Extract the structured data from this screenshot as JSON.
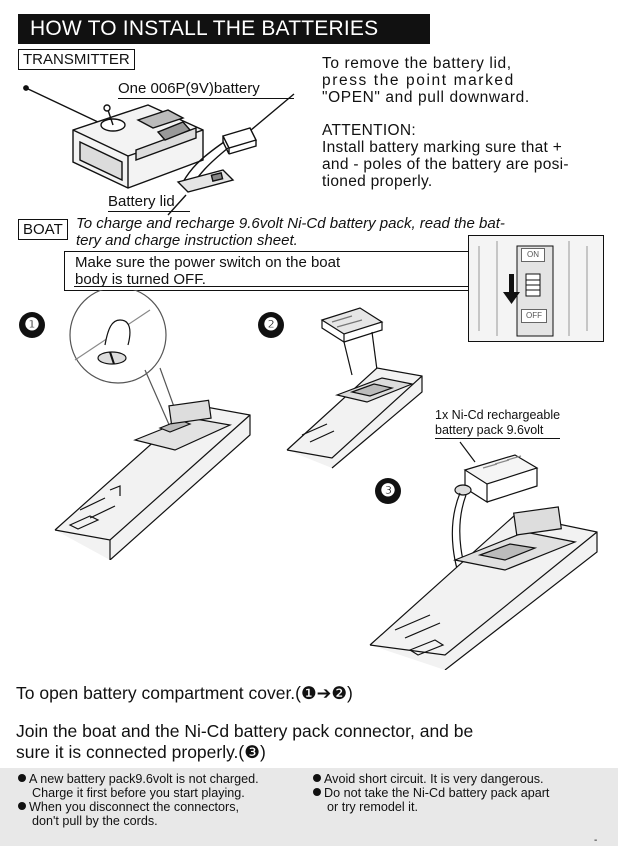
{
  "header": {
    "title": "HOW TO INSTALL THE BATTERIES"
  },
  "transmitter": {
    "label": "TRANSMITTER",
    "battery_callout": "One 006P(9V)battery",
    "lid_callout": "Battery lid",
    "instruction_lines": [
      "To remove the battery lid,",
      "press the point marked",
      "\"OPEN\" and pull downward."
    ],
    "attention_title": "ATTENTION:",
    "attention_lines": [
      "Install battery marking sure that +",
      "and - poles of the battery are posi-",
      "tioned properly."
    ]
  },
  "boat": {
    "label": "BOAT",
    "charge_lines": [
      "To charge and recharge 9.6volt Ni-Cd battery pack, read the bat-",
      "tery and charge instruction sheet."
    ],
    "switch_lines": [
      "Make sure the power switch on the boat",
      "body is turned OFF."
    ],
    "switch_on": "ON",
    "switch_off": "OFF",
    "steps": [
      "❶",
      "❷",
      "❸"
    ],
    "pack_callout_lines": [
      "1x Ni-Cd rechargeable",
      "battery pack  9.6volt"
    ]
  },
  "instructions": {
    "open_cover": "To open battery compartment cover.(❶➔❷)",
    "join_lines": [
      "Join the boat and the Ni-Cd battery pack connector, and be",
      "sure it is connected properly.(❸)"
    ]
  },
  "notes": {
    "left": [
      [
        "A new battery pack9.6volt is not charged.",
        "Charge it first before you start playing."
      ],
      [
        "When you disconnect the connectors,",
        "don't pull by the cords."
      ]
    ],
    "right": [
      [
        "Avoid short circuit. It is very dangerous."
      ],
      [
        "Do not take the Ni-Cd battery pack apart",
        "or try remodel it."
      ]
    ]
  },
  "page_marker": "-"
}
